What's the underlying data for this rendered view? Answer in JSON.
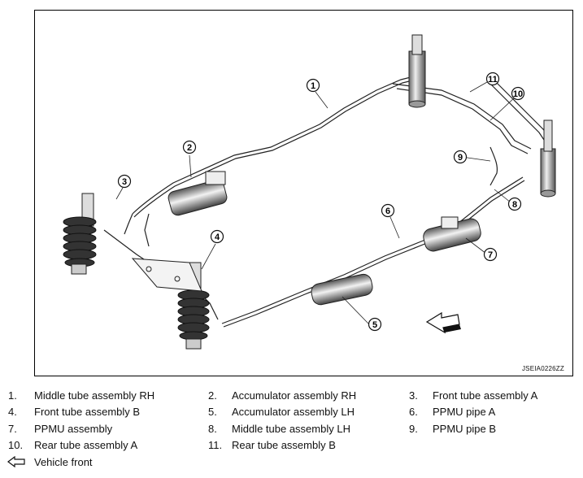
{
  "figure": {
    "code": "JSEIA0226ZZ",
    "callouts": [
      "1",
      "2",
      "3",
      "4",
      "5",
      "6",
      "7",
      "8",
      "9",
      "10",
      "11"
    ]
  },
  "legend": {
    "items": [
      {
        "num": "1.",
        "label": "Middle tube assembly RH"
      },
      {
        "num": "2.",
        "label": "Accumulator assembly RH"
      },
      {
        "num": "3.",
        "label": "Front tube assembly A"
      },
      {
        "num": "4.",
        "label": "Front tube assembly B"
      },
      {
        "num": "5.",
        "label": "Accumulator assembly LH"
      },
      {
        "num": "6.",
        "label": "PPMU pipe A"
      },
      {
        "num": "7.",
        "label": "PPMU assembly"
      },
      {
        "num": "8.",
        "label": "Middle tube assembly LH"
      },
      {
        "num": "9.",
        "label": "PPMU pipe B"
      },
      {
        "num": "10.",
        "label": "Rear tube assembly A"
      },
      {
        "num": "11.",
        "label": "Rear tube assembly B"
      }
    ],
    "vehicle_front": {
      "icon": "arrow-left-outline-icon",
      "label": "Vehicle front"
    }
  }
}
